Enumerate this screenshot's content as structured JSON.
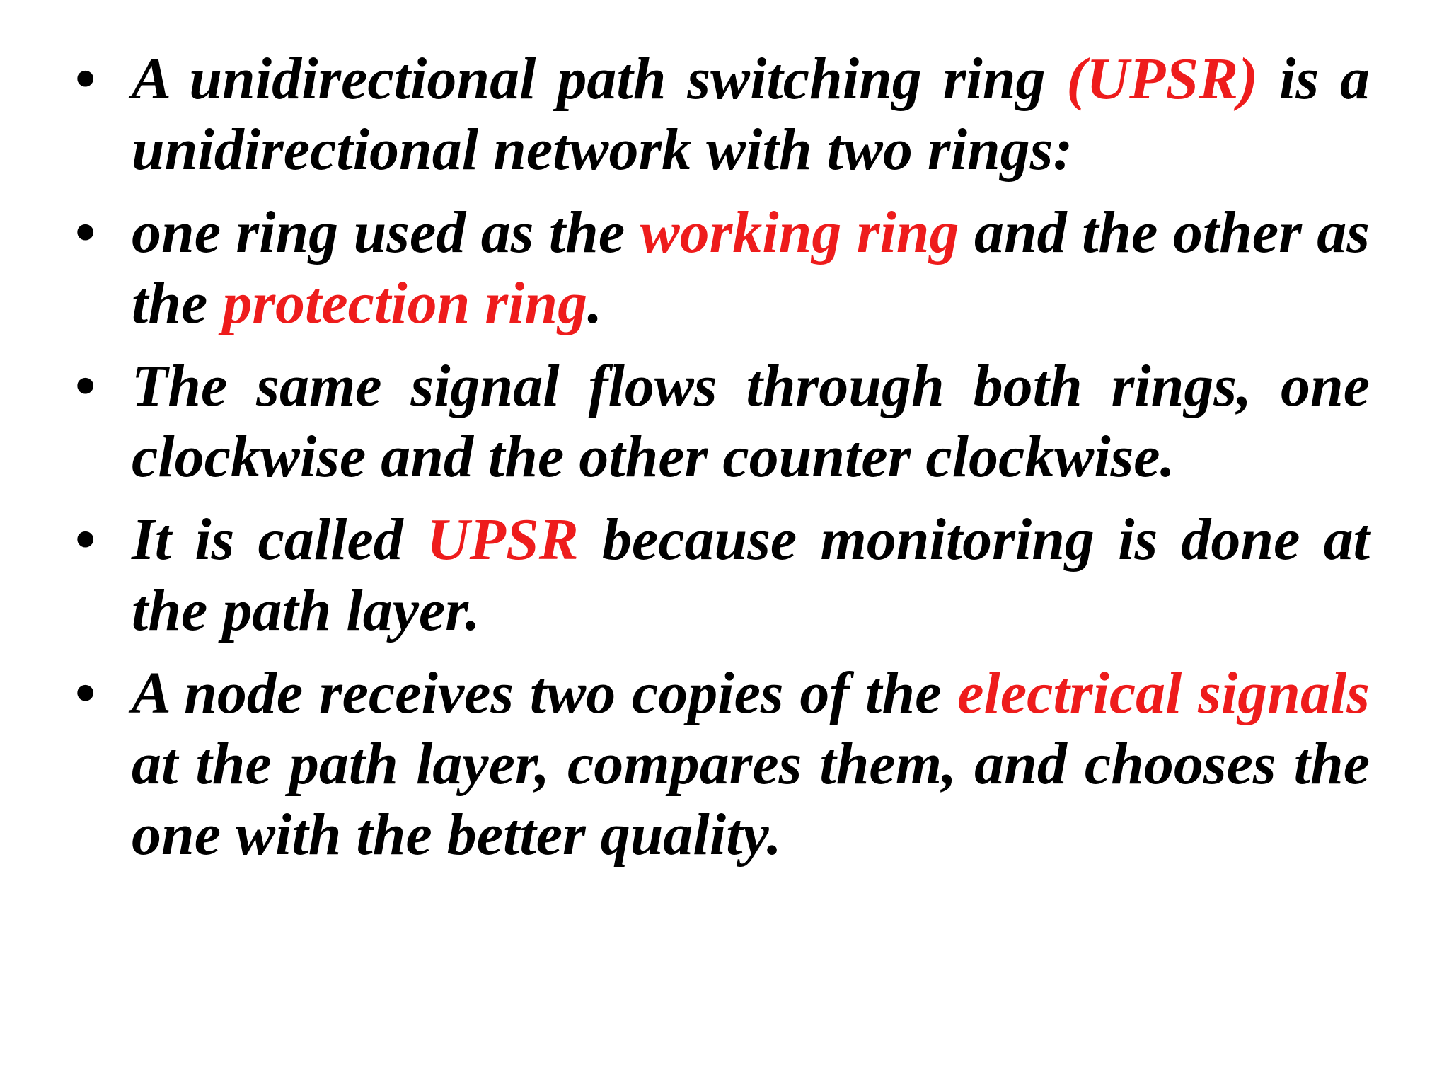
{
  "colors": {
    "text": "#000000",
    "highlight": "#ee1c1c",
    "background": "#ffffff"
  },
  "bullet_symbol": "•",
  "bullets": [
    {
      "segments": [
        {
          "text": "A unidirectional path switching ring ",
          "highlight": false
        },
        {
          "text": "(UPSR)",
          "highlight": true
        },
        {
          "text": " is a unidirectional network with two rings:",
          "highlight": false
        }
      ]
    },
    {
      "segments": [
        {
          "text": "one ring used as the ",
          "highlight": false
        },
        {
          "text": "working ring",
          "highlight": true
        },
        {
          "text": " and the other as the ",
          "highlight": false
        },
        {
          "text": "protection ring",
          "highlight": true
        },
        {
          "text": ".",
          "highlight": false
        }
      ]
    },
    {
      "segments": [
        {
          "text": "The same signal flows through both rings, one clockwise and the other counter clockwise.",
          "highlight": false
        }
      ]
    },
    {
      "segments": [
        {
          "text": " It is called ",
          "highlight": false
        },
        {
          "text": "UPSR",
          "highlight": true
        },
        {
          "text": " because monitoring is done at the path layer.",
          "highlight": false
        }
      ]
    },
    {
      "segments": [
        {
          "text": "A node receives two copies of the ",
          "highlight": false
        },
        {
          "text": "electrical signals",
          "highlight": true
        },
        {
          "text": " at the path layer, compares them, and chooses the one with the better quality.",
          "highlight": false
        }
      ]
    }
  ]
}
